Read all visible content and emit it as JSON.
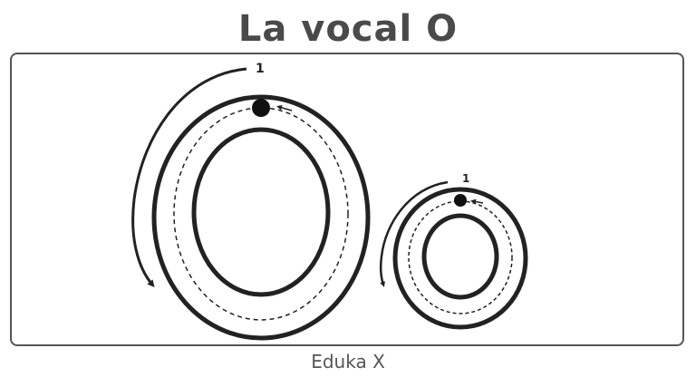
{
  "title": "La vocal O",
  "footer": "Eduka X",
  "letters": {
    "uppercase": {
      "step_label": "1"
    },
    "lowercase": {
      "step_label": "1"
    }
  },
  "colors": {
    "title": "#4a4a4a",
    "stroke": "#222222",
    "frame": "#555555",
    "footer": "#555555"
  }
}
